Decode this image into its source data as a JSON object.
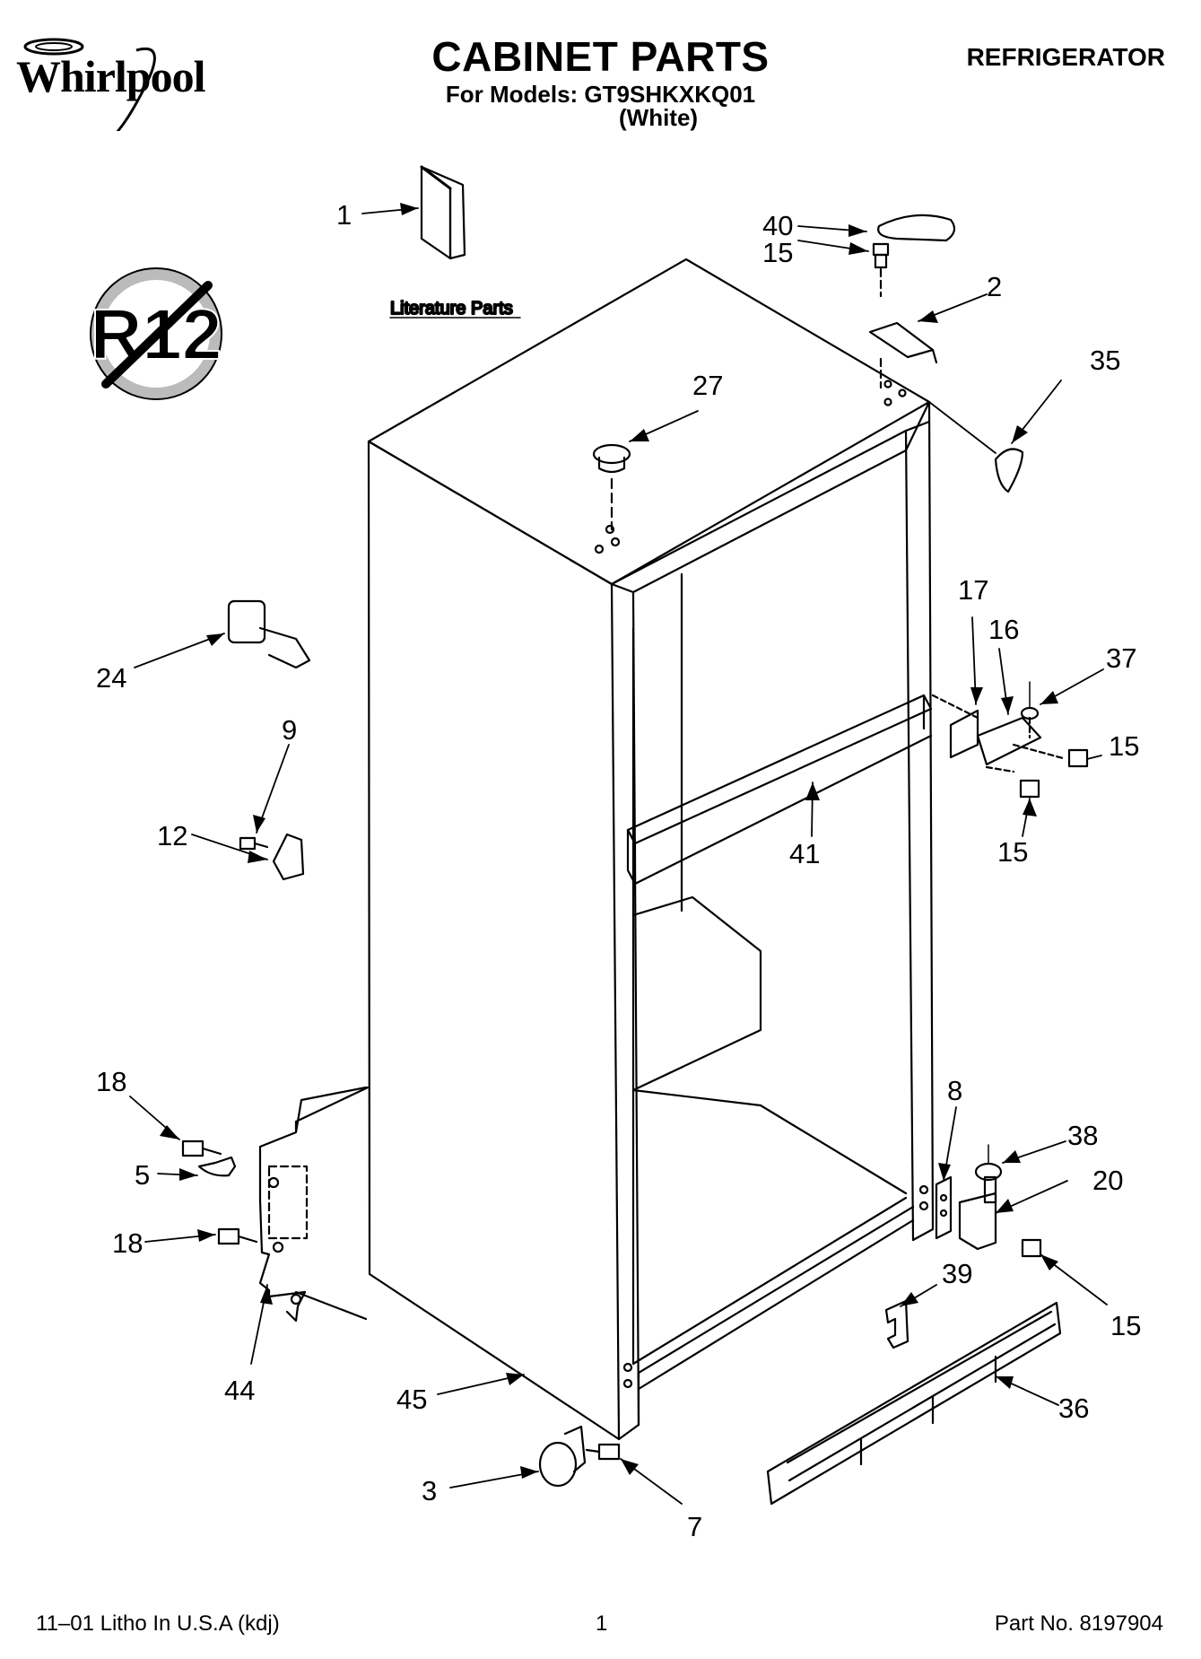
{
  "header": {
    "brand": "Whirlpool",
    "title": "CABINET PARTS",
    "models": "For Models: GT9SHKXKQ01",
    "variant": "(White)",
    "category": "REFRIGERATOR"
  },
  "badge": {
    "text": "R12",
    "icon": "no-r12-refrigerant-icon"
  },
  "literature_label": "Literature Parts",
  "callouts": [
    "1",
    "40",
    "15",
    "2",
    "35",
    "27",
    "17",
    "16",
    "37",
    "15",
    "15",
    "41",
    "24",
    "9",
    "12",
    "18",
    "5",
    "18",
    "44",
    "45",
    "8",
    "38",
    "20",
    "39",
    "15",
    "36",
    "3",
    "7"
  ],
  "footer": {
    "left": "11–01 Litho In U.S.A (kdj)",
    "center": "1",
    "right": "Part No. 8197904"
  }
}
